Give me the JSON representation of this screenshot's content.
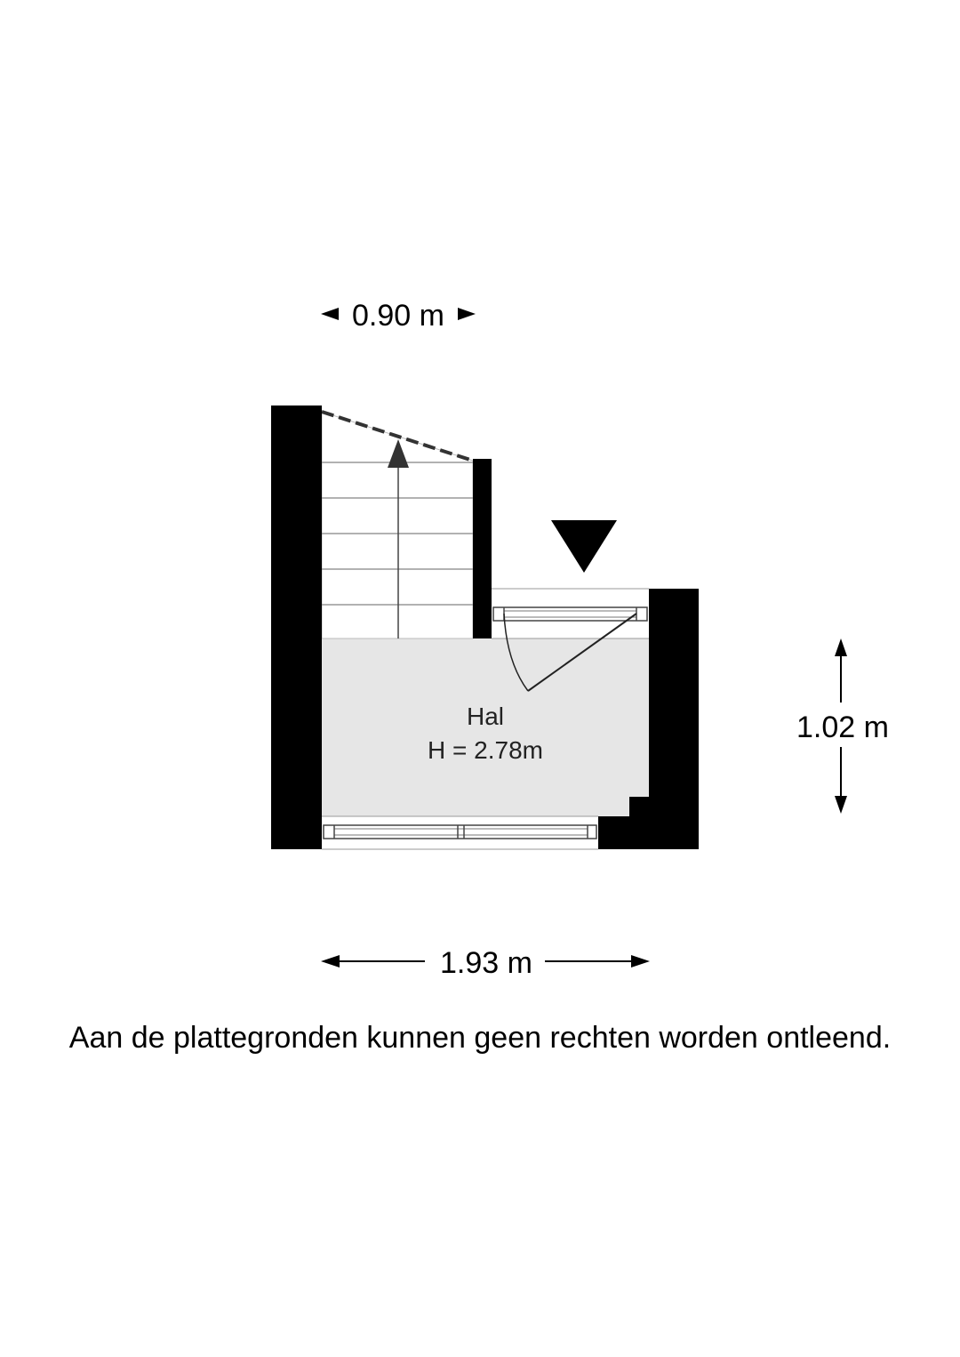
{
  "dimensions": {
    "top_width": "0.90 m",
    "right_height": "1.02 m",
    "bottom_width": "1.93 m"
  },
  "room": {
    "name": "Hal",
    "height": "H = 2.78m"
  },
  "disclaimer": "Aan de plattegronden kunnen geen rechten worden ontleend.",
  "colors": {
    "wall": "#000000",
    "floor": "#e6e6e6",
    "stairs": "#ffffff",
    "line": "#444444"
  }
}
